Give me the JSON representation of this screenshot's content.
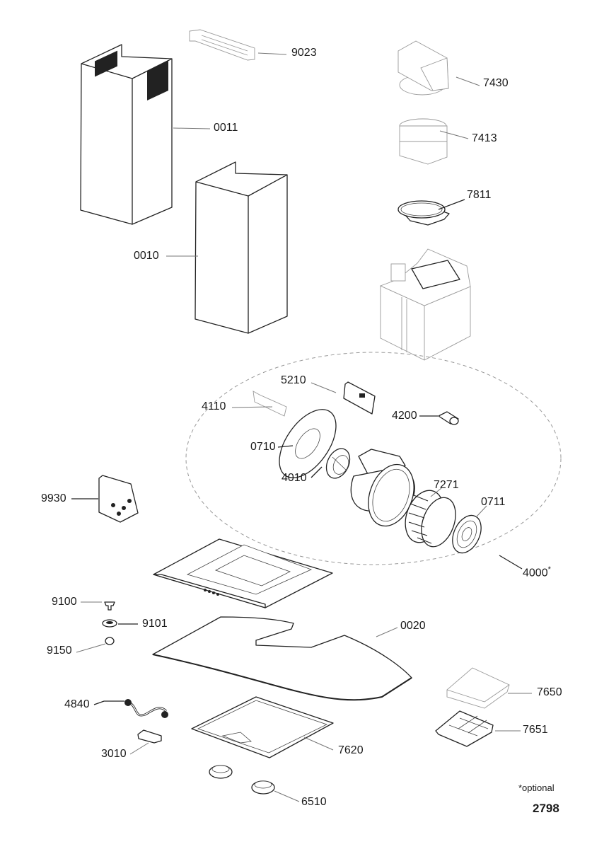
{
  "diagram": {
    "parts": [
      {
        "id": "9023",
        "label": "9023"
      },
      {
        "id": "7430",
        "label": "7430"
      },
      {
        "id": "0011",
        "label": "0011"
      },
      {
        "id": "7413",
        "label": "7413"
      },
      {
        "id": "7811",
        "label": "7811"
      },
      {
        "id": "0010",
        "label": "0010"
      },
      {
        "id": "5210",
        "label": "5210"
      },
      {
        "id": "4110",
        "label": "4110"
      },
      {
        "id": "4200",
        "label": "4200"
      },
      {
        "id": "0710",
        "label": "0710"
      },
      {
        "id": "4010",
        "label": "4010"
      },
      {
        "id": "7271",
        "label": "7271"
      },
      {
        "id": "9930",
        "label": "9930"
      },
      {
        "id": "0711",
        "label": "0711"
      },
      {
        "id": "4000",
        "label": "4000",
        "mark": "*"
      },
      {
        "id": "9100",
        "label": "9100"
      },
      {
        "id": "9101",
        "label": "9101"
      },
      {
        "id": "0020",
        "label": "0020"
      },
      {
        "id": "9150",
        "label": "9150"
      },
      {
        "id": "7650",
        "label": "7650"
      },
      {
        "id": "4840",
        "label": "4840"
      },
      {
        "id": "7651",
        "label": "7651"
      },
      {
        "id": "7620",
        "label": "7620"
      },
      {
        "id": "3010",
        "label": "3010"
      },
      {
        "id": "6510",
        "label": "6510"
      }
    ],
    "footnote": "*optional",
    "drawing_code": "2798"
  }
}
